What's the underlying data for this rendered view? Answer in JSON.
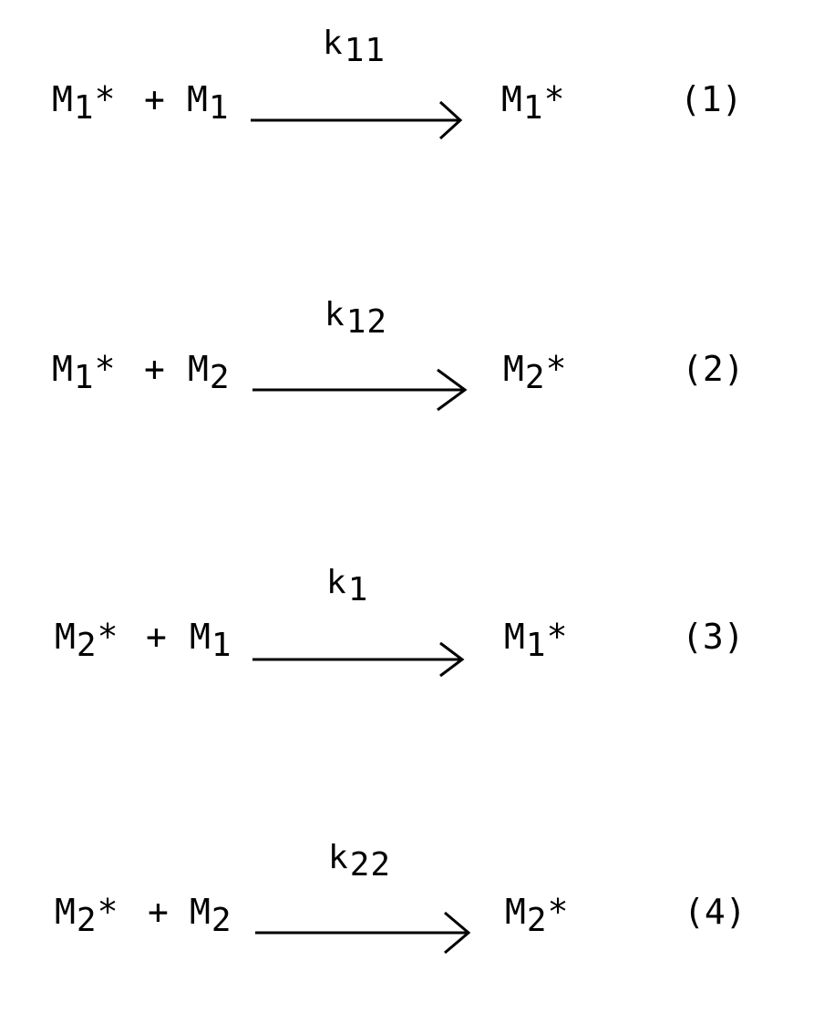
{
  "reactions": [
    {
      "rate_symbol": "k",
      "rate_sub": "11",
      "reactant1": "M",
      "reactant1_sub": "1",
      "reactant1_mark": "*",
      "plus": "+",
      "reactant2": "M",
      "reactant2_sub": "1",
      "product": "M",
      "product_sub": "1",
      "product_mark": "*",
      "number": "(1)"
    },
    {
      "rate_symbol": "k",
      "rate_sub": "12",
      "reactant1": "M",
      "reactant1_sub": "1",
      "reactant1_mark": "*",
      "plus": "+",
      "reactant2": "M",
      "reactant2_sub": "2",
      "product": "M",
      "product_sub": "2",
      "product_mark": "*",
      "number": "(2)"
    },
    {
      "rate_symbol": "k",
      "rate_sub": "1",
      "reactant1": "M",
      "reactant1_sub": "2",
      "reactant1_mark": "*",
      "plus": "+",
      "reactant2": "M",
      "reactant2_sub": "1",
      "product": "M",
      "product_sub": "1",
      "product_mark": "*",
      "number": "(3)"
    },
    {
      "rate_symbol": "k",
      "rate_sub": "22",
      "reactant1": "M",
      "reactant1_sub": "2",
      "reactant1_mark": "*",
      "plus": "+",
      "reactant2": "M",
      "reactant2_sub": "2",
      "product": "M",
      "product_sub": "2",
      "product_mark": "*",
      "number": "(4)"
    }
  ],
  "colors": {
    "ink": "#000000",
    "background": "#ffffff"
  },
  "icons": {
    "arrow": "reaction-arrow-icon"
  }
}
